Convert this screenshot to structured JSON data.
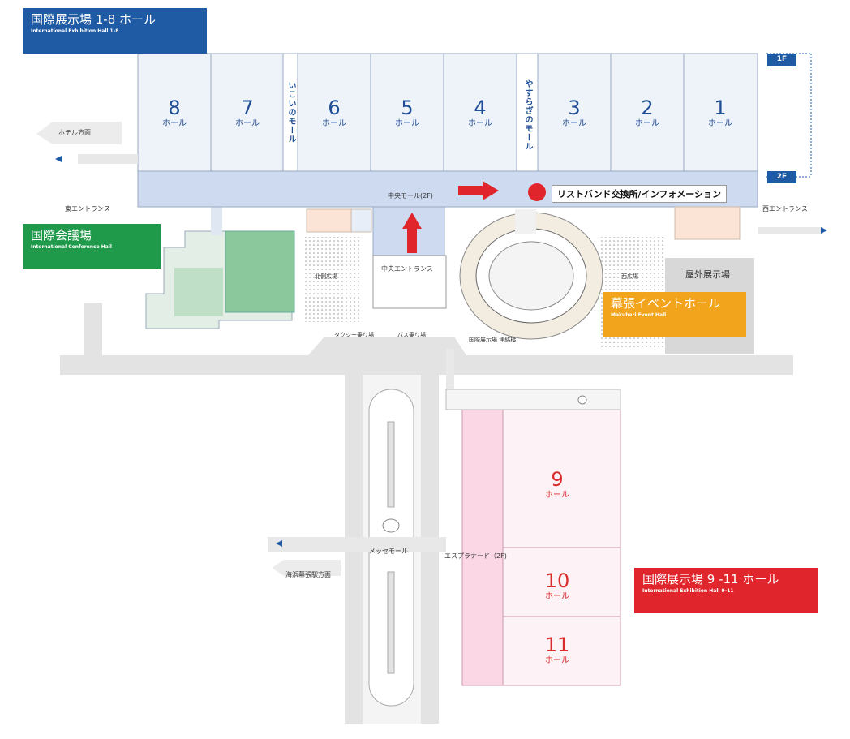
{
  "banners": {
    "hall_1_8": {
      "title": "国際展示場 1-8 ホール",
      "subtitle": "International Exhibition Hall 1-8"
    },
    "conference": {
      "title": "国際会議場",
      "subtitle": "International Conference Hall"
    },
    "event_hall": {
      "title": "幕張イベントホール",
      "subtitle": "Makuhari Event Hall"
    },
    "hall_9_11": {
      "title": "国際展示場 9 -11 ホール",
      "subtitle": "International Exhibition Hall 9-11"
    }
  },
  "halls_top": [
    {
      "num": "8",
      "unit": "ホール"
    },
    {
      "num": "7",
      "unit": "ホール"
    },
    {
      "num": "6",
      "unit": "ホール"
    },
    {
      "num": "5",
      "unit": "ホール"
    },
    {
      "num": "4",
      "unit": "ホール"
    },
    {
      "num": "3",
      "unit": "ホール"
    },
    {
      "num": "2",
      "unit": "ホール"
    },
    {
      "num": "1",
      "unit": "ホール"
    }
  ],
  "halls_bottom": [
    {
      "num": "9",
      "unit": "ホール"
    },
    {
      "num": "10",
      "unit": "ホール"
    },
    {
      "num": "11",
      "unit": "ホール"
    }
  ],
  "malls": {
    "ikoi": "いこいのモール",
    "yasuragi": "やすらぎのモール"
  },
  "floors": {
    "f1": "1F",
    "f2": "2F"
  },
  "labels": {
    "hotel": "ホテル方面",
    "east_entrance": "東エントランス",
    "west_entrance": "西エントランス",
    "central_mall": "中央モール(2F)",
    "central_entrance": "中央エントランス",
    "wristband": "リストバンド交換所/インフォメーション",
    "north_plaza": "北側広場",
    "west_plaza": "西広場",
    "outdoor": "屋外展示場",
    "taxi": "タクシー乗り場",
    "bus": "バス乗り場",
    "connector": "国際展示場 連絡橋",
    "messe_mall": "メッセモール",
    "esplanade": "エスプラナード（2F)",
    "station": "海浜幕張駅方面"
  },
  "colors": {
    "blue": "#1f5aa5",
    "green": "#1f9a4b",
    "orange": "#f3a41d",
    "red": "#e0262c",
    "hall_fill": "#eef3fa",
    "mall_fill": "#cddaf0",
    "pink_fill": "#fcebf2"
  }
}
